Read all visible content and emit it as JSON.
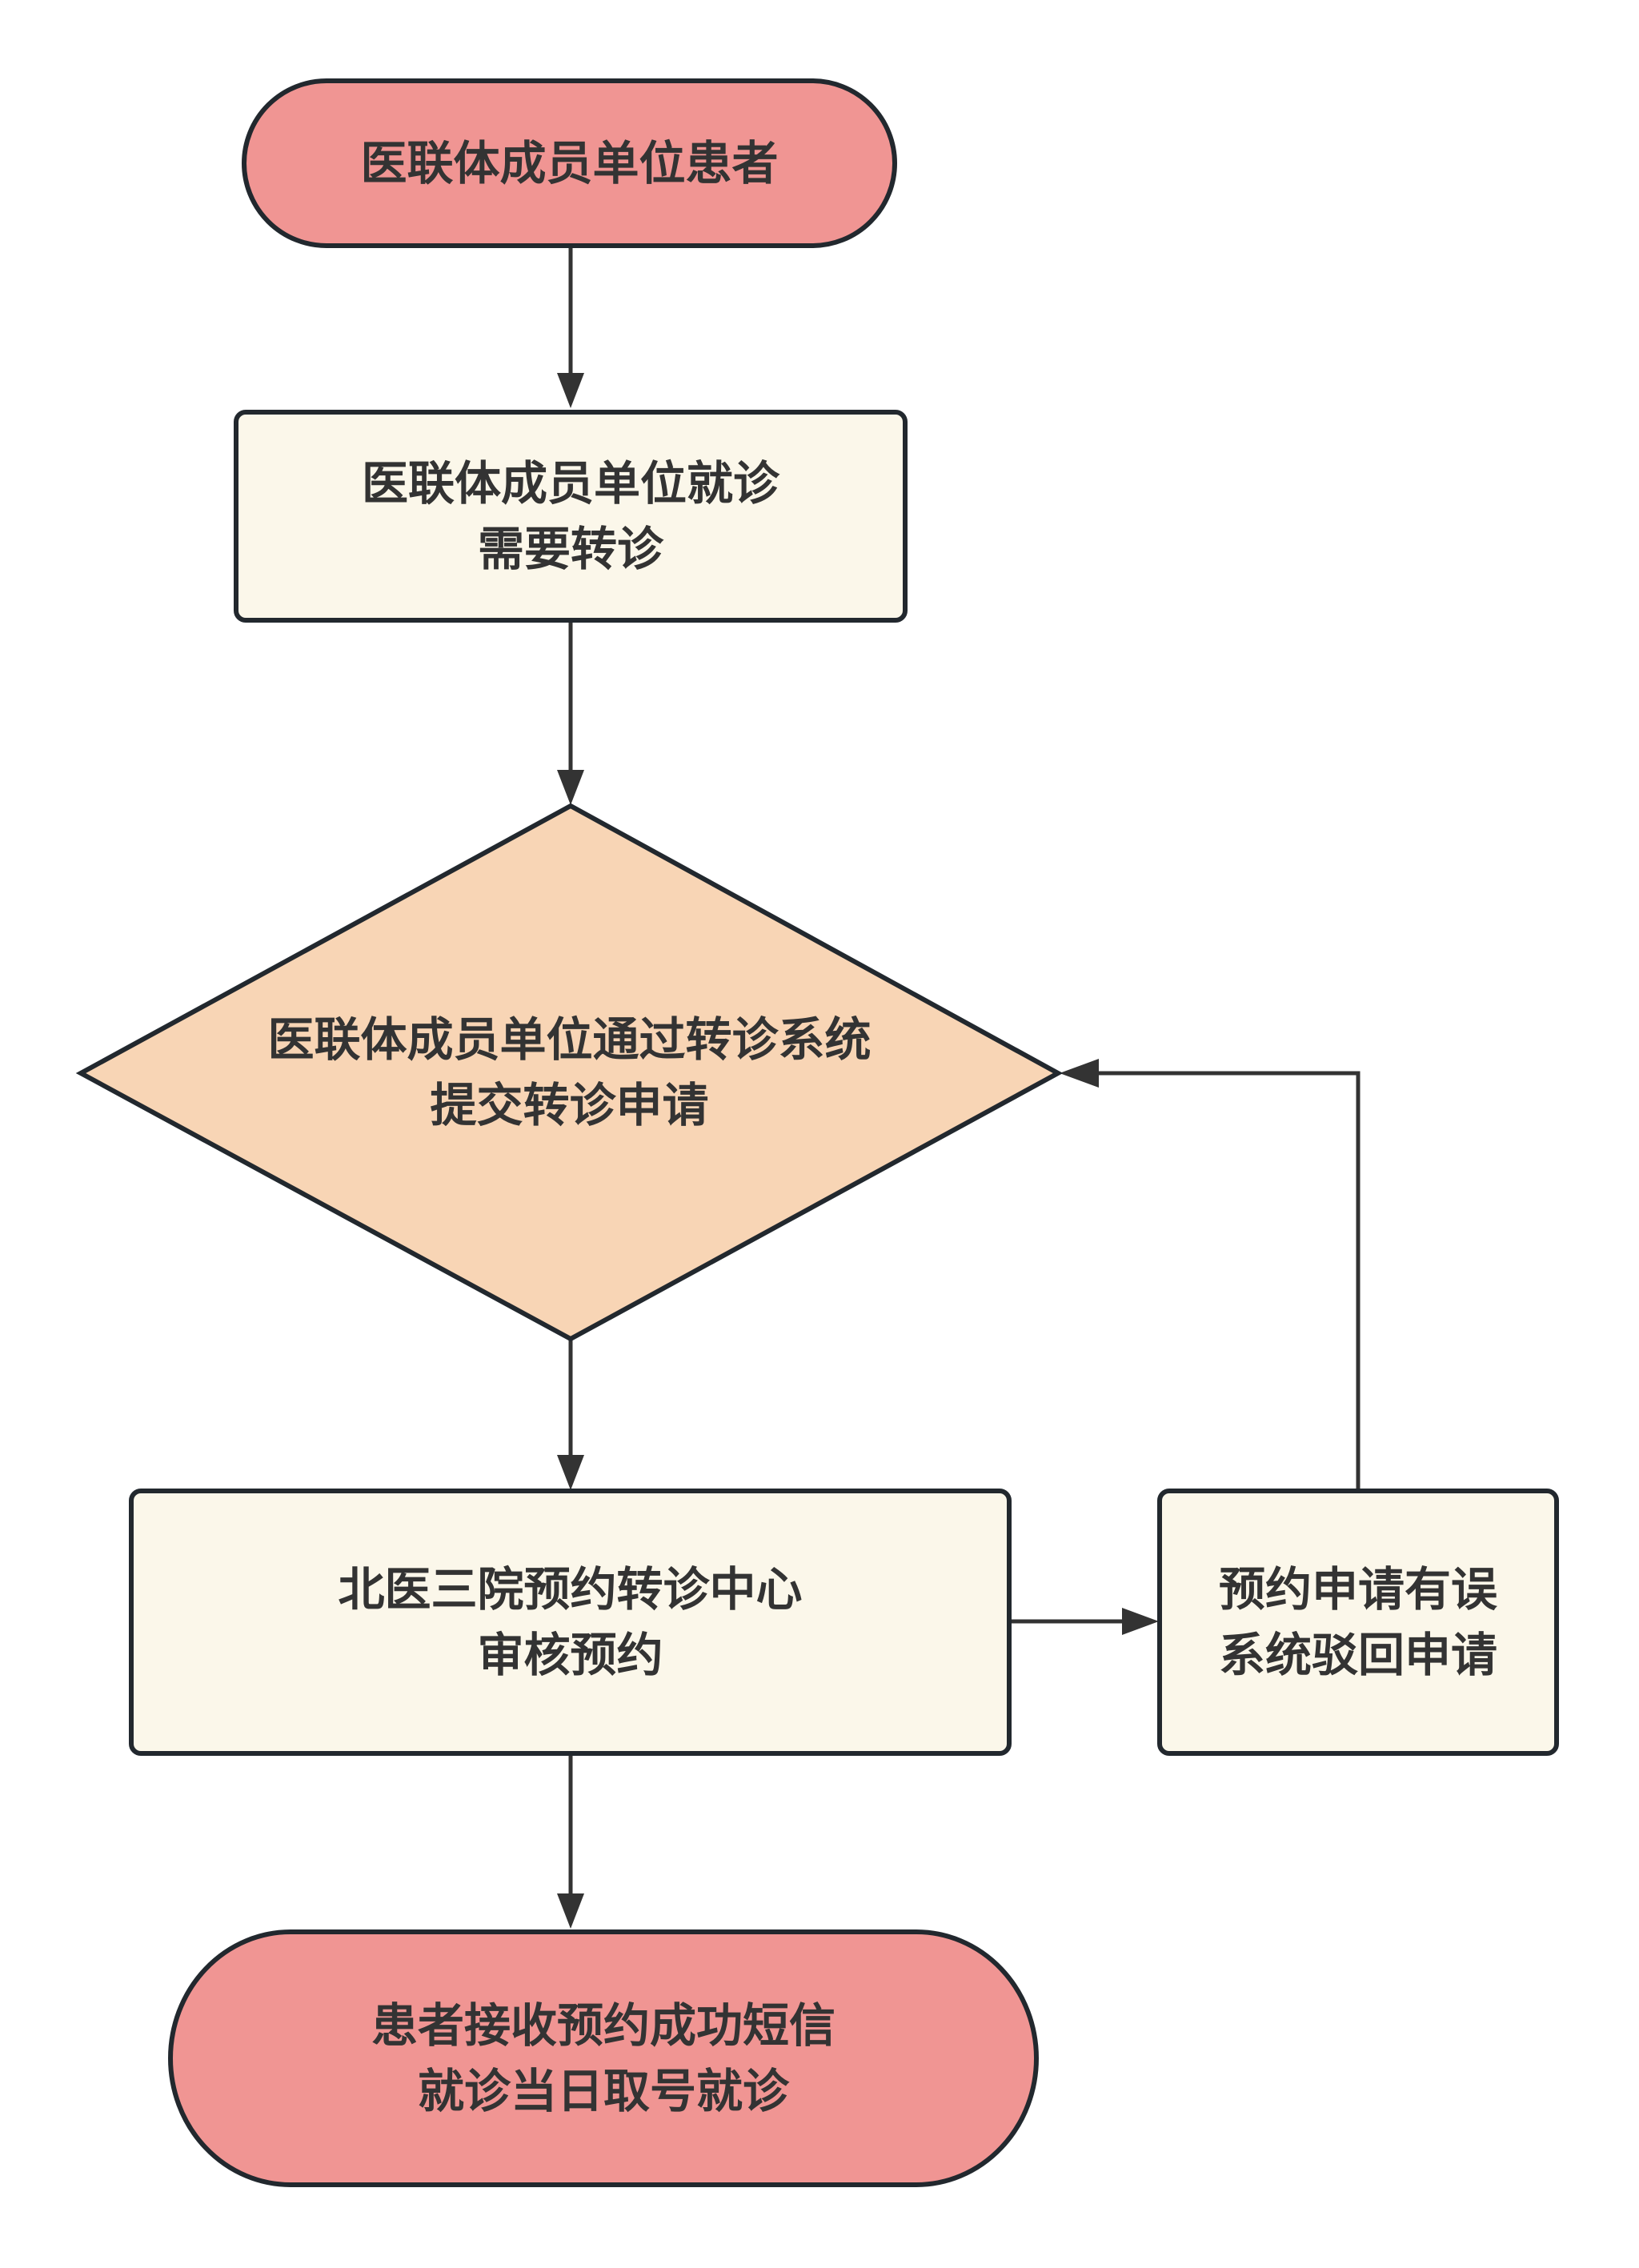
{
  "diagram": {
    "type": "flowchart",
    "colors": {
      "terminal_fill": "#F09593",
      "process_fill": "#FBF7EA",
      "decision_fill": "#F8D5B5",
      "stroke": "#22282E",
      "connector": "#333333",
      "text": "#333333"
    },
    "nodes": {
      "start": {
        "shape": "terminal",
        "lines": [
          "医联体成员单位患者"
        ]
      },
      "visit": {
        "shape": "process",
        "lines": [
          "医联体成员单位就诊",
          "需要转诊"
        ]
      },
      "submit": {
        "shape": "decision",
        "lines": [
          "医联体成员单位通过转诊系统",
          "提交转诊申请"
        ]
      },
      "review": {
        "shape": "process",
        "lines": [
          "北医三院预约转诊中心",
          "审核预约"
        ]
      },
      "reject": {
        "shape": "process",
        "lines": [
          "预约申请有误",
          "系统驳回申请"
        ]
      },
      "end": {
        "shape": "terminal",
        "lines": [
          "患者接收预约成功短信",
          "就诊当日取号就诊"
        ]
      }
    },
    "edges": [
      {
        "from": "start",
        "to": "visit"
      },
      {
        "from": "visit",
        "to": "submit"
      },
      {
        "from": "submit",
        "to": "review"
      },
      {
        "from": "review",
        "to": "reject"
      },
      {
        "from": "reject",
        "to": "submit"
      },
      {
        "from": "review",
        "to": "end"
      }
    ]
  }
}
